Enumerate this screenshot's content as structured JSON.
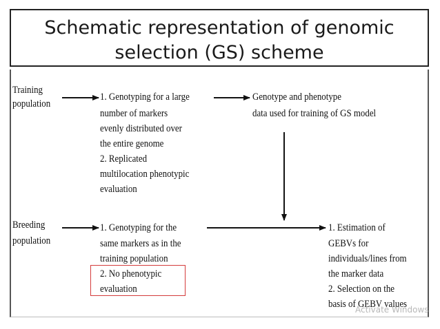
{
  "title": {
    "line1": "Schematic representation of genomic",
    "line2": "selection (GS) scheme"
  },
  "training": {
    "label_line1": "Training",
    "label_line2": "population",
    "steps": [
      "1. Genotyping for a large",
      "number of markers",
      "evenly distributed over",
      "the entire genome",
      "2. Replicated",
      "multilocation phenotypic",
      "evaluation"
    ],
    "output": [
      "Genotype and phenotype",
      "data used for training of GS model"
    ]
  },
  "breeding": {
    "label_line1": "Breeding",
    "label_line2": "population",
    "steps": [
      "1. Genotyping for the",
      "same markers as in the",
      "training population"
    ],
    "highlighted": [
      "2. No phenotypic",
      "evaluation"
    ],
    "output": [
      "1. Estimation of",
      "GEBVs for",
      "individuals/lines from",
      "the marker data",
      "2. Selection on the",
      "basis of GEBV values"
    ]
  },
  "watermark": "Activate Windows",
  "colors": {
    "highlight_border": "#d43a3a",
    "text": "#111111"
  }
}
